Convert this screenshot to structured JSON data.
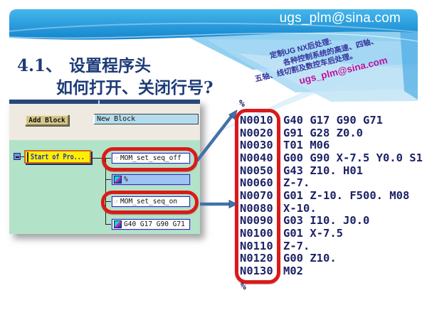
{
  "header": {
    "email": "ugs_plm@sina.com"
  },
  "title": {
    "number": "4.1、",
    "line1": "设置程序头",
    "line2": "如何打开、关闭行号?"
  },
  "watermark": {
    "line1": "定制UG NX后处理:",
    "line2": "各种控制系统的高速、四轴、",
    "line3": "五轴、线切割及数控车后处理。",
    "line4": "ugs_plm@sina.com"
  },
  "post_builder": {
    "add_block_label": "Add Block",
    "new_block_value": "New Block",
    "tree": {
      "root_label": "Start of Pro...",
      "children": [
        {
          "label": "MOM_set_seq_off",
          "icon": "hand-icon",
          "highlighted": false,
          "circled": true
        },
        {
          "label": "%",
          "icon": "cube-icon",
          "highlighted": true,
          "circled": false
        },
        {
          "label": "MOM_set_seq_on",
          "icon": "hand-icon",
          "highlighted": false,
          "circled": true
        },
        {
          "label": "G40 G17 G90 G71",
          "icon": "cube-icon",
          "highlighted": false,
          "circled": false
        }
      ]
    }
  },
  "nc_listing": {
    "start_symbol": "%",
    "end_symbol": "%",
    "lines": [
      {
        "seq": "N0010",
        "code": "G40 G17 G90 G71"
      },
      {
        "seq": "N0020",
        "code": "G91 G28 Z0.0"
      },
      {
        "seq": "N0030",
        "code": "T01 M06"
      },
      {
        "seq": "N0040",
        "code": "G00 G90 X-7.5 Y0.0 S1"
      },
      {
        "seq": "N0050",
        "code": "G43 Z10. H01"
      },
      {
        "seq": "N0060",
        "code": "Z-7."
      },
      {
        "seq": "N0070",
        "code": "G01 Z-10. F500. M08"
      },
      {
        "seq": "N0080",
        "code": "X-10."
      },
      {
        "seq": "N0090",
        "code": "G03 I10. J0.0"
      },
      {
        "seq": "N0100",
        "code": "G01 X-7.5"
      },
      {
        "seq": "N0110",
        "code": "Z-7."
      },
      {
        "seq": "N0120",
        "code": "G00 Z10."
      },
      {
        "seq": "N0130",
        "code": "M02"
      }
    ]
  },
  "icons": {
    "hand": "☞"
  },
  "colors": {
    "band_blue_top": "#45b6ec",
    "band_blue_bottom": "#1385cd",
    "title_navy": "#1d3b78",
    "code_navy": "#1c2166",
    "highlight_red": "#da1a1a",
    "arrow_blue": "#4272a8",
    "tree_panel_green": "#b2e3c8",
    "node_yellow": "#ffee00",
    "selection_blue": "#9fc4f2",
    "watermark_navy": "#33309b",
    "watermark_magenta": "#bf109f"
  }
}
